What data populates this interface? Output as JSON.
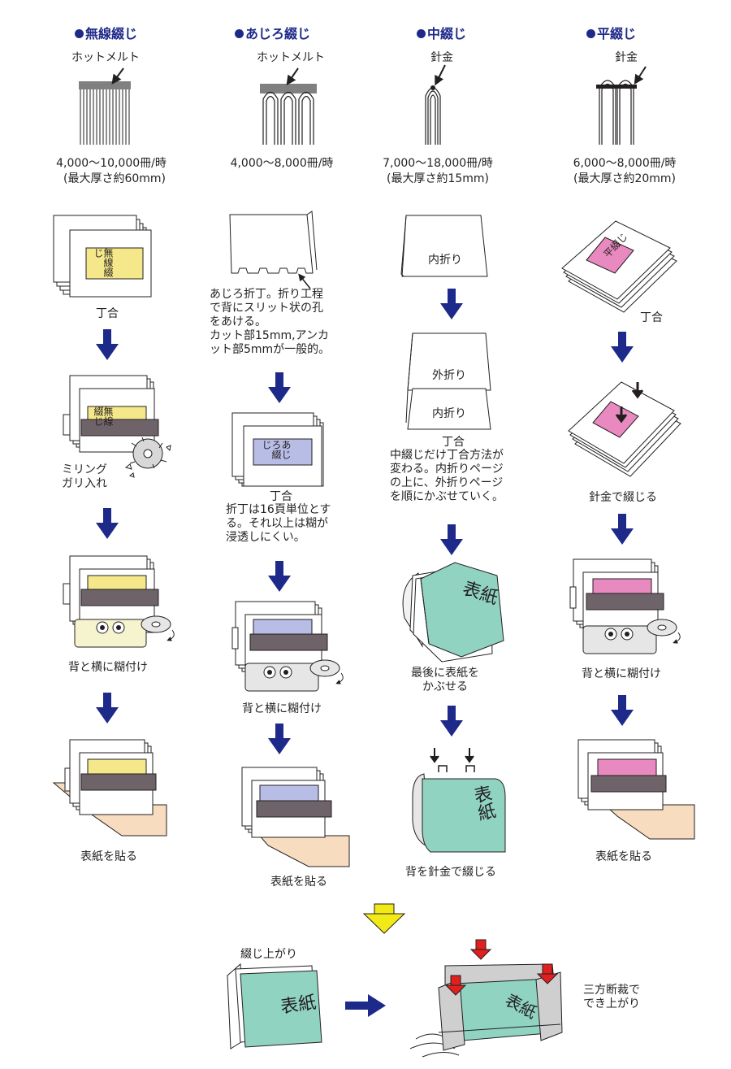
{
  "columns": [
    {
      "title": "無線綴じ",
      "adhesive_label": "ホットメルト",
      "speed": "4,000〜10,000冊/時",
      "max_thickness": "(最大厚さ約60mm)",
      "steps": [
        "丁合",
        "ミリング\nガリ入れ",
        "背と横に糊付け",
        "表紙を貼る"
      ],
      "spine_text": "無線綴じ",
      "accent": "#f5e88a"
    },
    {
      "title": "あじろ綴じ",
      "adhesive_label": "ホットメルト",
      "speed": "4,000〜8,000冊/時",
      "note_1": "あじろ折丁。折り工程\nで背にスリット状の孔\nをあける。\nカット部15mm,アンカ\nット部5mmが一般的。",
      "steps": [
        "丁合",
        "背と横に糊付け",
        "表紙を貼る"
      ],
      "note_2": "折丁は16頁単位とす\nる。それ以上は糊が\n浸透しにくい。",
      "spine_text": "あじろ綴じ",
      "accent": "#b8bde6"
    },
    {
      "title": "中綴じ",
      "wire_label": "針金",
      "speed": "7,000〜18,000冊/時",
      "max_thickness": "(最大厚さ約15mm)",
      "inner_fold": "内折り",
      "outer_fold": "外折り",
      "inner_fold_2": "内折り",
      "collate": "丁合",
      "note": "中綴じだけ丁合方法が\n変わる。内折りページ\nの上に、外折りページ\nを順にかぶせていく。",
      "cover_text": "表紙",
      "step_cover": "最後に表紙を\nかぶせる",
      "step_staple": "背を針金で綴じる",
      "accent": "#8fd3c0"
    },
    {
      "title": "平綴じ",
      "wire_label": "針金",
      "speed": "6,000〜8,000冊/時",
      "max_thickness": "(最大厚さ約20mm)",
      "steps": [
        "丁合",
        "針金で綴じる",
        "背と横に糊付け",
        "表紙を貼る"
      ],
      "spine_text": "平綴じ",
      "accent": "#e88ac0"
    }
  ],
  "finish": {
    "finished_label": "綴じ上がり",
    "cover_text": "表紙",
    "trim_label": "三方断裁で\nでき上がり"
  },
  "colors": {
    "title_blue": "#1e2a8a",
    "arrow_blue": "#1e2a8a",
    "cover_green": "#8fd3c0",
    "band_gray": "#6e6369",
    "arrow_red": "#e0201e",
    "arrow_yellow": "#f2ea16",
    "paper_peach": "#f7dcc0"
  }
}
